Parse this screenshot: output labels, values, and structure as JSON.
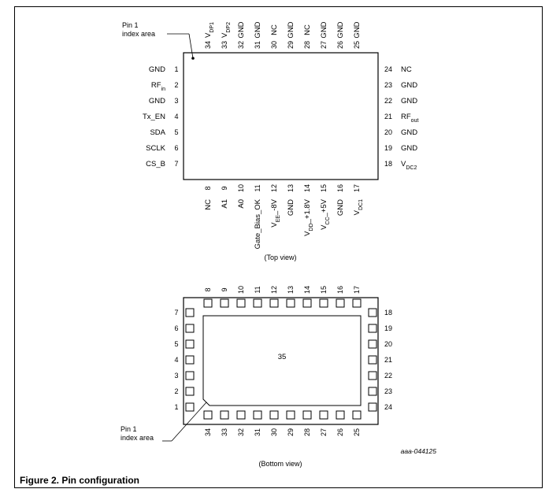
{
  "figure": {
    "caption": "Figure 2.  Pin configuration",
    "reference": "aaa-044125"
  },
  "top_view": {
    "title": "(Top view)",
    "pin1_label": [
      "Pin 1",
      "index area"
    ],
    "left": [
      [
        "1",
        "GND"
      ],
      [
        "2",
        "RF",
        "in"
      ],
      [
        "3",
        "GND"
      ],
      [
        "4",
        "Tx_EN"
      ],
      [
        "5",
        "SDA"
      ],
      [
        "6",
        "SCLK"
      ],
      [
        "7",
        "CS_B"
      ]
    ],
    "right": [
      [
        "24",
        "NC"
      ],
      [
        "23",
        "GND"
      ],
      [
        "22",
        "GND"
      ],
      [
        "21",
        "RF",
        "out"
      ],
      [
        "20",
        "GND"
      ],
      [
        "19",
        "GND"
      ],
      [
        "18",
        "V",
        "DC2"
      ]
    ],
    "top": [
      [
        "34",
        "V",
        "DP1"
      ],
      [
        "33",
        "V",
        "DP2"
      ],
      [
        "32",
        "GND"
      ],
      [
        "31",
        "GND"
      ],
      [
        "30",
        "NC"
      ],
      [
        "29",
        "GND"
      ],
      [
        "28",
        "NC"
      ],
      [
        "27",
        "GND"
      ],
      [
        "26",
        "GND"
      ],
      [
        "25",
        "GND"
      ]
    ],
    "bottom": [
      [
        "8",
        "NC"
      ],
      [
        "9",
        "A1"
      ],
      [
        "10",
        "A0"
      ],
      [
        "11",
        "Gate_Bias_OK"
      ],
      [
        "12",
        "V",
        "EE",
        "_-8V"
      ],
      [
        "13",
        "GND"
      ],
      [
        "14",
        "V",
        "DD",
        "_+1.8V"
      ],
      [
        "15",
        "V",
        "CC",
        "_+5V"
      ],
      [
        "16",
        "GND"
      ],
      [
        "17",
        "V",
        "DC1"
      ]
    ]
  },
  "bottom_view": {
    "title": "(Bottom view)",
    "pin1_label": [
      "Pin 1",
      "index area"
    ],
    "center_pad": "35",
    "top_nums": [
      "8",
      "9",
      "10",
      "11",
      "12",
      "13",
      "14",
      "15",
      "16",
      "17"
    ],
    "bottom_nums": [
      "34",
      "33",
      "32",
      "31",
      "30",
      "29",
      "28",
      "27",
      "26",
      "25"
    ],
    "left_nums": [
      "7",
      "6",
      "5",
      "4",
      "3",
      "2",
      "1"
    ],
    "right_nums": [
      "18",
      "19",
      "20",
      "21",
      "22",
      "23",
      "24"
    ]
  }
}
